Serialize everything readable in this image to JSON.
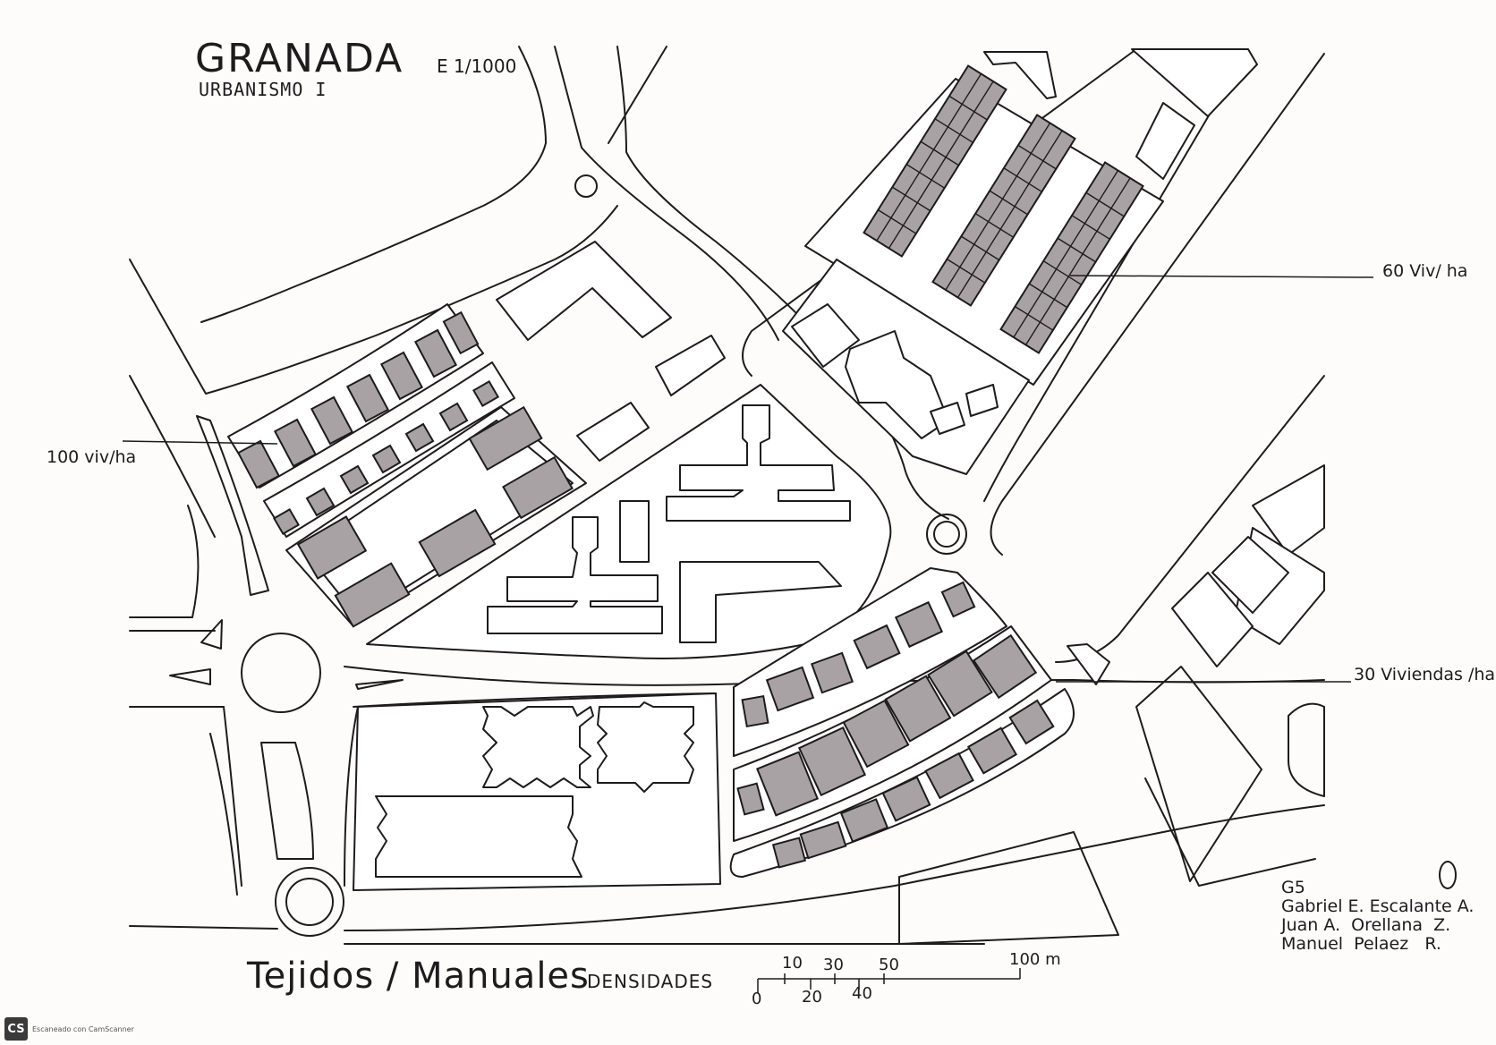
{
  "title": "GRANADA",
  "subtitle": "URBANISMO I",
  "scale_note": "E 1/1000",
  "density_labels": {
    "high": "100 viv/ha",
    "medium": "60 Viv/ ha",
    "low": "30 Viviendas /ha"
  },
  "footer": {
    "title": "Tejidos / Manuales",
    "subtitle": "DENSIDADES"
  },
  "scale_bar": {
    "unit_label": "100 m",
    "upper_ticks": [
      "10",
      "30",
      "50"
    ],
    "lower_ticks": [
      "0",
      "20",
      "40"
    ]
  },
  "credits": {
    "group": "G5",
    "members": [
      "Gabriel E. Escalante A.",
      "Juan A.  Orellana  Z.",
      "Manuel  Pelaez   R."
    ]
  },
  "scanner": {
    "logo": "CS",
    "text": "Escaneado con CamScanner"
  },
  "colors": {
    "ink": "#1e1b1c",
    "paper": "#fdfcfb",
    "plot_fill": "#a9a2a4"
  }
}
